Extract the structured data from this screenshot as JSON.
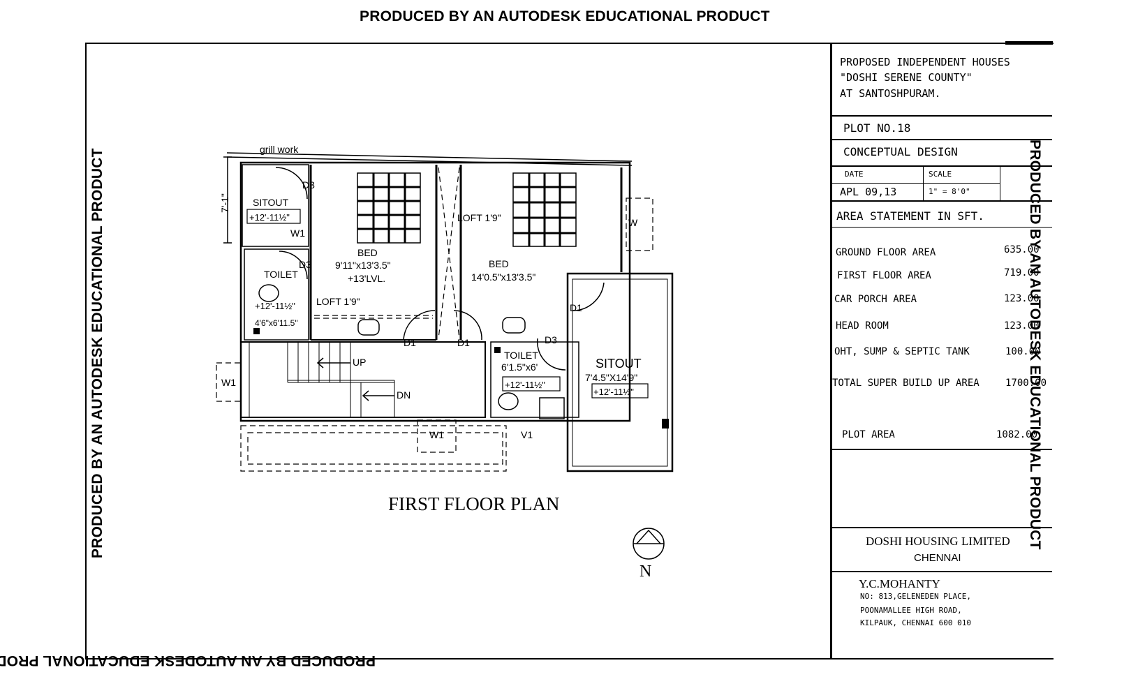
{
  "watermark": "PRODUCED BY AN AUTODESK EDUCATIONAL PRODUCT",
  "plan": {
    "title": "FIRST  FLOOR PLAN",
    "north": "N",
    "labels": {
      "grill": "grill work",
      "dim_left": "7'-1\"",
      "sitout_left": "SITOUT",
      "sitout_left_lvl": "+12'-11½\"",
      "toilet_left": "TOILET",
      "toilet_left_lvl": "+12'-11½\"",
      "toilet_left_size": "4'6\"x6'11.5\"",
      "bed1": "BED",
      "bed1_size": "9'11\"x13'3.5\"",
      "bed1_lvl": "+13'LVL.",
      "loft1": "LOFT  1'9\"",
      "loft2": "LOFT  1'9\"",
      "bed2": "BED",
      "bed2_size": "14'0.5\"x13'3.5\"",
      "toilet_right": "TOILET",
      "toilet_right_size": "6'1.5\"x6'",
      "toilet_right_lvl": "+12'-11½\"",
      "sitout_right": "SITOUT",
      "sitout_right_size": "7'4.5\"X14'9\"",
      "sitout_right_lvl": "+12'-11½\"",
      "up": "UP",
      "dn": "DN",
      "d1": "D1",
      "d3": "D3",
      "w1": "W1",
      "w": "W",
      "v1": "V1"
    }
  },
  "title_block": {
    "project_line1": "PROPOSED  INDEPENDENT  HOUSES",
    "project_line2": "\"DOSHI  SERENE  COUNTY\"",
    "project_line3": "AT  SANTOSHPURAM.",
    "plot_no": "PLOT  NO.18",
    "design": "CONCEPTUAL  DESIGN",
    "date_label": "DATE",
    "scale_label": "SCALE",
    "date_value": "APL  09,13",
    "scale_value": "1\" = 8'0\"",
    "area_heading": "AREA  STATEMENT    IN  SFT.",
    "areas": [
      {
        "label": "GROUND FLOOR   AREA",
        "value": "635.00"
      },
      {
        "label": "FIRST  FLOOR   AREA",
        "value": "719.00"
      },
      {
        "label": "CAR  PORCH  AREA",
        "value": "123.00"
      },
      {
        "label": "HEAD  ROOM",
        "value": "123.00"
      },
      {
        "label": "OHT,  SUMP  &  SEPTIC  TANK",
        "value": "100.00"
      },
      {
        "label": "TOTAL  SUPER  BUILD  UP  AREA",
        "value": "1700.00"
      },
      {
        "label": "PLOT  AREA",
        "value": "1082.00"
      }
    ],
    "company": "DOSHI HOUSING LIMITED",
    "city": "CHENNAI",
    "architect": "Y.C.MOHANTY",
    "addr1": "NO:  813,GELENEDEN  PLACE,",
    "addr2": "POONAMALLEE  HIGH  ROAD,",
    "addr3": "KILPAUK,  CHENNAI  600  010"
  }
}
